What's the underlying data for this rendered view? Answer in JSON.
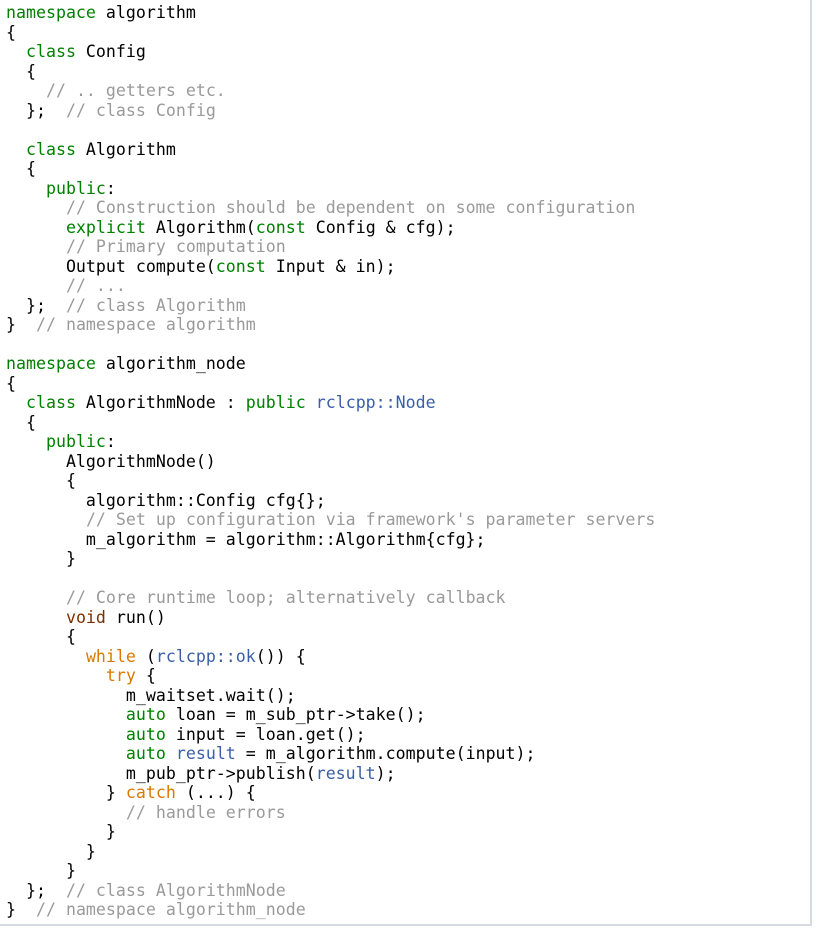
{
  "code": {
    "language": "cpp",
    "lines": [
      [
        {
          "t": "namespace",
          "k": "keyword"
        },
        {
          "t": " algorithm",
          "k": "plain"
        }
      ],
      [
        {
          "t": "{",
          "k": "plain"
        }
      ],
      [
        {
          "t": "  ",
          "k": "plain"
        },
        {
          "t": "class",
          "k": "keyword"
        },
        {
          "t": " Config",
          "k": "plain"
        }
      ],
      [
        {
          "t": "  {",
          "k": "plain"
        }
      ],
      [
        {
          "t": "    ",
          "k": "plain"
        },
        {
          "t": "// .. getters etc.",
          "k": "comment"
        }
      ],
      [
        {
          "t": "  };  ",
          "k": "plain"
        },
        {
          "t": "// class Config",
          "k": "comment"
        }
      ],
      [],
      [
        {
          "t": "  ",
          "k": "plain"
        },
        {
          "t": "class",
          "k": "keyword"
        },
        {
          "t": " Algorithm",
          "k": "plain"
        }
      ],
      [
        {
          "t": "  {",
          "k": "plain"
        }
      ],
      [
        {
          "t": "    ",
          "k": "plain"
        },
        {
          "t": "public",
          "k": "keyword"
        },
        {
          "t": ":",
          "k": "plain"
        }
      ],
      [
        {
          "t": "      ",
          "k": "plain"
        },
        {
          "t": "// Construction should be dependent on some configuration",
          "k": "comment"
        }
      ],
      [
        {
          "t": "      ",
          "k": "plain"
        },
        {
          "t": "explicit",
          "k": "keyword"
        },
        {
          "t": " Algorithm(",
          "k": "plain"
        },
        {
          "t": "const",
          "k": "keyword"
        },
        {
          "t": " Config & cfg);",
          "k": "plain"
        }
      ],
      [
        {
          "t": "      ",
          "k": "plain"
        },
        {
          "t": "// Primary computation",
          "k": "comment"
        }
      ],
      [
        {
          "t": "      Output compute(",
          "k": "plain"
        },
        {
          "t": "const",
          "k": "keyword"
        },
        {
          "t": " Input & in);",
          "k": "plain"
        }
      ],
      [
        {
          "t": "      ",
          "k": "plain"
        },
        {
          "t": "// ...",
          "k": "comment"
        }
      ],
      [
        {
          "t": "  };  ",
          "k": "plain"
        },
        {
          "t": "// class Algorithm",
          "k": "comment"
        }
      ],
      [
        {
          "t": "}  ",
          "k": "plain"
        },
        {
          "t": "// namespace algorithm",
          "k": "comment"
        }
      ],
      [],
      [
        {
          "t": "namespace",
          "k": "keyword"
        },
        {
          "t": " algorithm_node",
          "k": "plain"
        }
      ],
      [
        {
          "t": "{",
          "k": "plain"
        }
      ],
      [
        {
          "t": "  ",
          "k": "plain"
        },
        {
          "t": "class",
          "k": "keyword"
        },
        {
          "t": " AlgorithmNode : ",
          "k": "plain"
        },
        {
          "t": "public",
          "k": "keyword"
        },
        {
          "t": " ",
          "k": "plain"
        },
        {
          "t": "rclcpp::Node",
          "k": "ns"
        }
      ],
      [
        {
          "t": "  {",
          "k": "plain"
        }
      ],
      [
        {
          "t": "    ",
          "k": "plain"
        },
        {
          "t": "public",
          "k": "keyword"
        },
        {
          "t": ":",
          "k": "plain"
        }
      ],
      [
        {
          "t": "      AlgorithmNode()",
          "k": "plain"
        }
      ],
      [
        {
          "t": "      {",
          "k": "plain"
        }
      ],
      [
        {
          "t": "        algorithm::Config cfg{};",
          "k": "plain"
        }
      ],
      [
        {
          "t": "        ",
          "k": "plain"
        },
        {
          "t": "// Set up configuration via framework's parameter servers",
          "k": "comment"
        }
      ],
      [
        {
          "t": "        m_algorithm = algorithm::Algorithm{cfg};",
          "k": "plain"
        }
      ],
      [
        {
          "t": "      }",
          "k": "plain"
        }
      ],
      [],
      [
        {
          "t": "      ",
          "k": "plain"
        },
        {
          "t": "// Core runtime loop; alternatively callback",
          "k": "comment"
        }
      ],
      [
        {
          "t": "      ",
          "k": "plain"
        },
        {
          "t": "void",
          "k": "type"
        },
        {
          "t": " run()",
          "k": "plain"
        }
      ],
      [
        {
          "t": "      {",
          "k": "plain"
        }
      ],
      [
        {
          "t": "        ",
          "k": "plain"
        },
        {
          "t": "while",
          "k": "flow"
        },
        {
          "t": " (",
          "k": "plain"
        },
        {
          "t": "rclcpp::ok",
          "k": "ns"
        },
        {
          "t": "()) {",
          "k": "plain"
        }
      ],
      [
        {
          "t": "          ",
          "k": "plain"
        },
        {
          "t": "try",
          "k": "flow"
        },
        {
          "t": " {",
          "k": "plain"
        }
      ],
      [
        {
          "t": "            m_waitset.wait();",
          "k": "plain"
        }
      ],
      [
        {
          "t": "            ",
          "k": "plain"
        },
        {
          "t": "auto",
          "k": "keyword"
        },
        {
          "t": " loan = m_sub_ptr->take();",
          "k": "plain"
        }
      ],
      [
        {
          "t": "            ",
          "k": "plain"
        },
        {
          "t": "auto",
          "k": "keyword"
        },
        {
          "t": " input = loan.get();",
          "k": "plain"
        }
      ],
      [
        {
          "t": "            ",
          "k": "plain"
        },
        {
          "t": "auto",
          "k": "keyword"
        },
        {
          "t": " ",
          "k": "plain"
        },
        {
          "t": "result",
          "k": "var"
        },
        {
          "t": " = m_algorithm.compute(input);",
          "k": "plain"
        }
      ],
      [
        {
          "t": "            m_pub_ptr->publish(",
          "k": "plain"
        },
        {
          "t": "result",
          "k": "var"
        },
        {
          "t": ");",
          "k": "plain"
        }
      ],
      [
        {
          "t": "          } ",
          "k": "plain"
        },
        {
          "t": "catch",
          "k": "flow"
        },
        {
          "t": " (...) {",
          "k": "plain"
        }
      ],
      [
        {
          "t": "            ",
          "k": "plain"
        },
        {
          "t": "// handle errors",
          "k": "comment"
        }
      ],
      [
        {
          "t": "          }",
          "k": "plain"
        }
      ],
      [
        {
          "t": "        }",
          "k": "plain"
        }
      ],
      [
        {
          "t": "      }",
          "k": "plain"
        }
      ],
      [
        {
          "t": "  };  ",
          "k": "plain"
        },
        {
          "t": "// class AlgorithmNode",
          "k": "comment"
        }
      ],
      [
        {
          "t": "}  ",
          "k": "plain"
        },
        {
          "t": "// namespace algorithm_node",
          "k": "comment"
        }
      ]
    ]
  }
}
